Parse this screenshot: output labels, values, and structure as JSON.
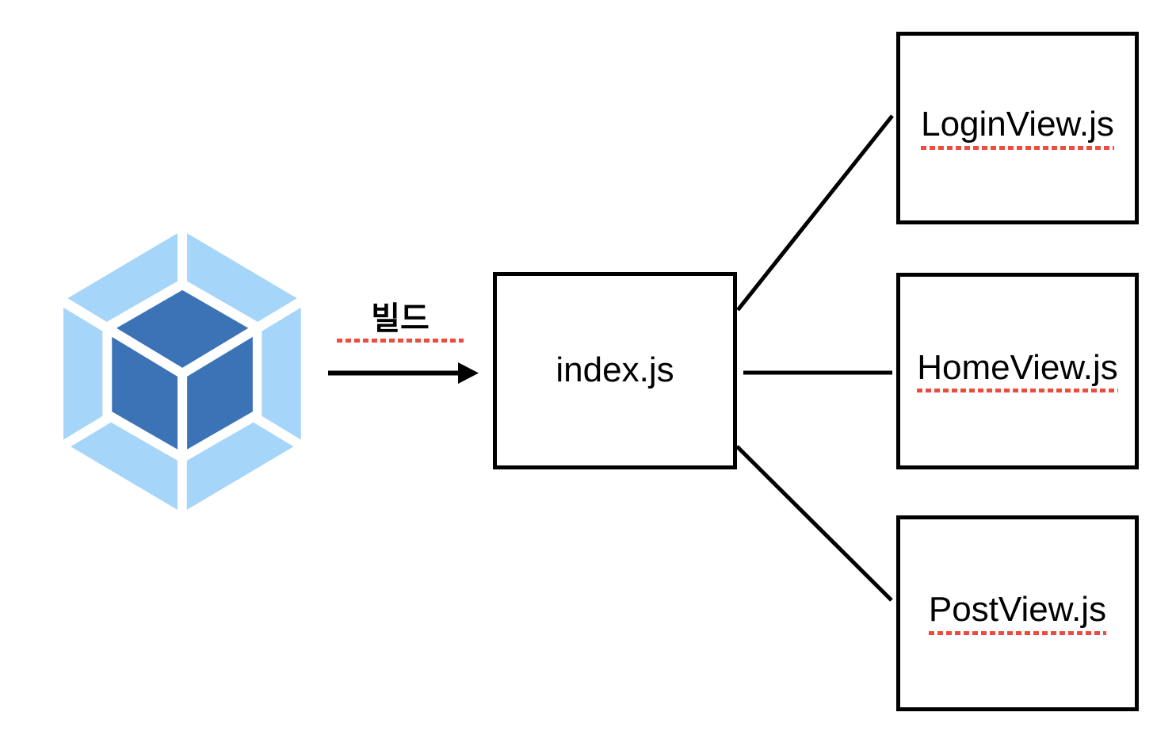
{
  "diagram": {
    "description": "webpack build bundling diagram",
    "logo": {
      "name": "webpack-logo",
      "outer_color": "#A5D5F8",
      "inner_color": "#3B73B6"
    },
    "build_arrow": {
      "label": "빌드"
    },
    "nodes": [
      {
        "id": "index",
        "label": "index.js"
      },
      {
        "id": "login",
        "label": "LoginView.js"
      },
      {
        "id": "home",
        "label": "HomeView.js"
      },
      {
        "id": "post",
        "label": "PostView.js"
      }
    ],
    "colors": {
      "background": "#FFFFFF",
      "line": "#000000",
      "text": "#000000",
      "spellcheck": "#EC4C3F"
    }
  }
}
